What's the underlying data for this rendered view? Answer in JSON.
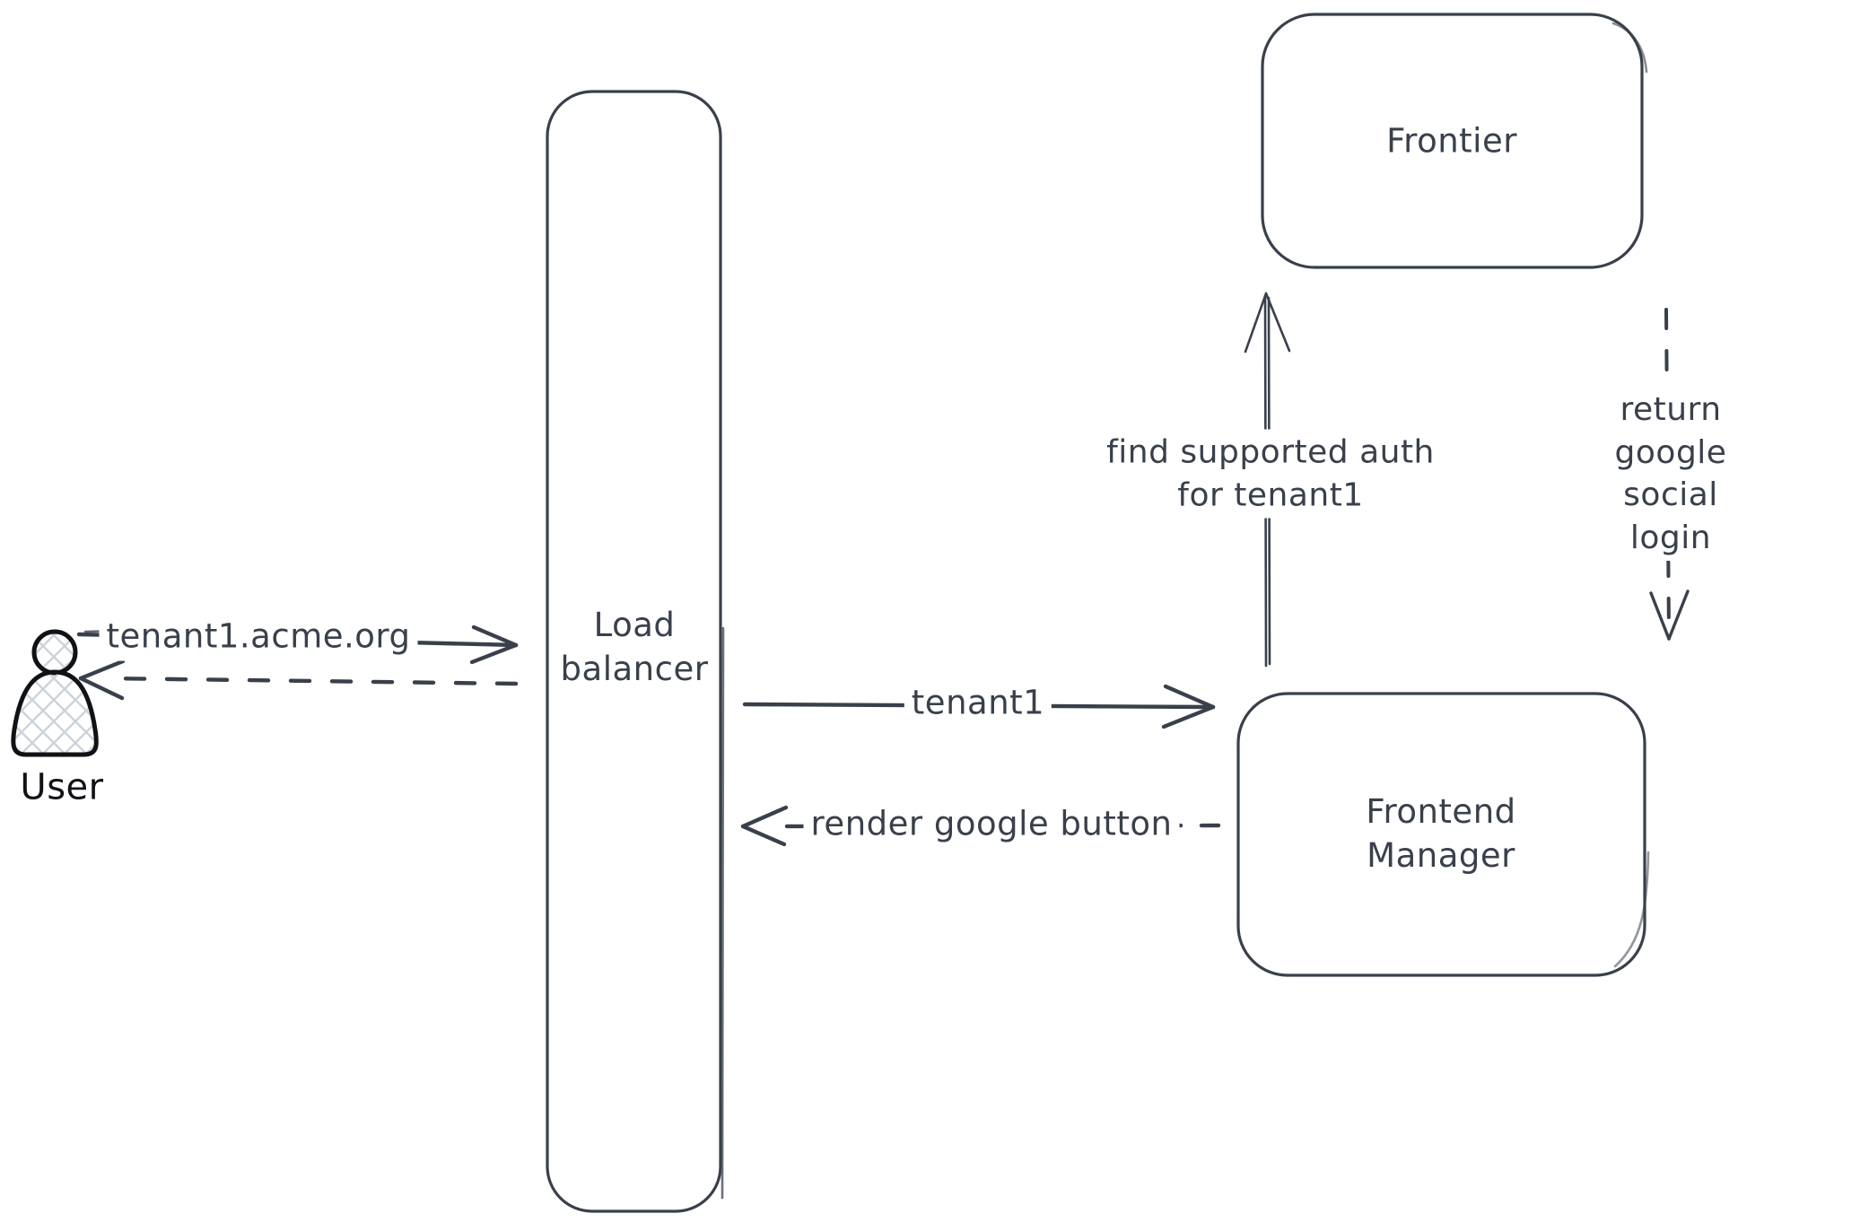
{
  "diagram": {
    "title": "tenant social login flow diagram",
    "colors": {
      "ink": "#39404b",
      "user_ink": "#101216",
      "hatch": "#ccd3db",
      "background": "#ffffff"
    },
    "nodes": {
      "user": {
        "label": "User"
      },
      "load_balancer": {
        "label": "Load\nbalancer"
      },
      "frontier": {
        "label": "Frontier"
      },
      "frontend_manager": {
        "label": "Frontend\nManager"
      }
    },
    "edges": {
      "user_to_load_balancer": {
        "label": "tenant1.acme.org",
        "style": "solid",
        "direction": "right"
      },
      "load_balancer_to_user": {
        "label": "",
        "style": "dashed",
        "direction": "left"
      },
      "load_balancer_to_frontend_manager": {
        "label": "tenant1",
        "style": "solid",
        "direction": "right"
      },
      "frontend_manager_to_load_balancer": {
        "label": "render google button",
        "style": "dashed",
        "direction": "left"
      },
      "frontend_manager_to_frontier": {
        "label": "find supported auth\nfor tenant1",
        "style": "solid",
        "direction": "up"
      },
      "frontier_to_frontend_manager": {
        "label": "return google social\nlogin",
        "style": "dashed",
        "direction": "down"
      }
    }
  }
}
